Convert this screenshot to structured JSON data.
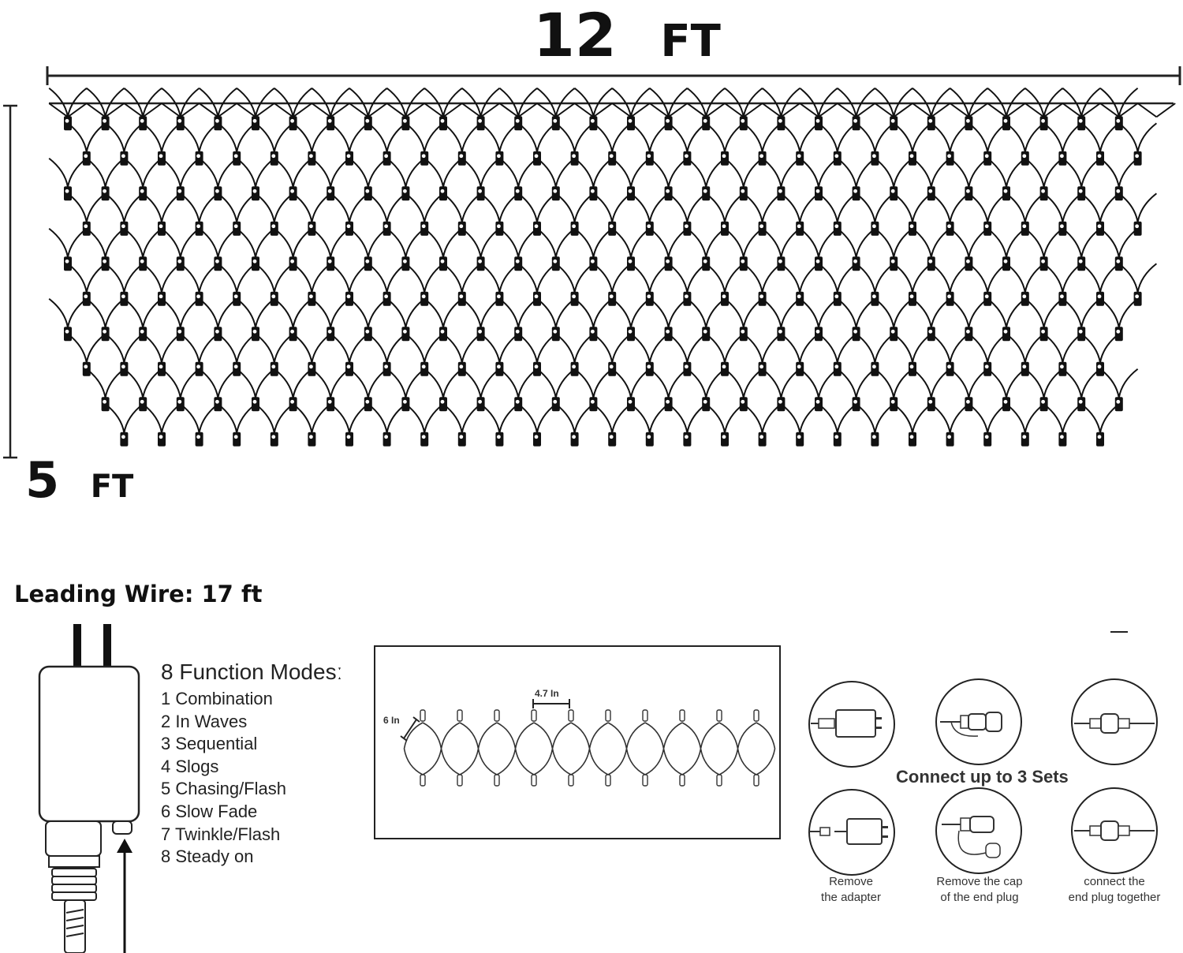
{
  "dimensions": {
    "width_value": "12",
    "width_unit": "FT",
    "height_value": "5",
    "height_unit": "FT"
  },
  "leading_wire": "Leading Wire: 17 ft",
  "modes": {
    "title": "8 Function Modesː",
    "items": [
      "1 Combination",
      "2 In Waves",
      "3 Sequential",
      "4 Slogs",
      "5 Chasing/Flash",
      "6 Slow Fade",
      "7 Twinkle/Flash",
      "8 Steady on"
    ]
  },
  "spacing": {
    "horizontal": "4.7 In",
    "vertical": "6 In"
  },
  "connect": {
    "title": "Connect up to 3 Sets",
    "steps": [
      {
        "line1": "Remove",
        "line2": "the adapter"
      },
      {
        "line1": "Remove the cap",
        "line2": "of the end plug"
      },
      {
        "line1": "connect the",
        "line2": "end plug together"
      }
    ]
  },
  "colors": {
    "ink": "#111111",
    "gray": "#555555"
  }
}
